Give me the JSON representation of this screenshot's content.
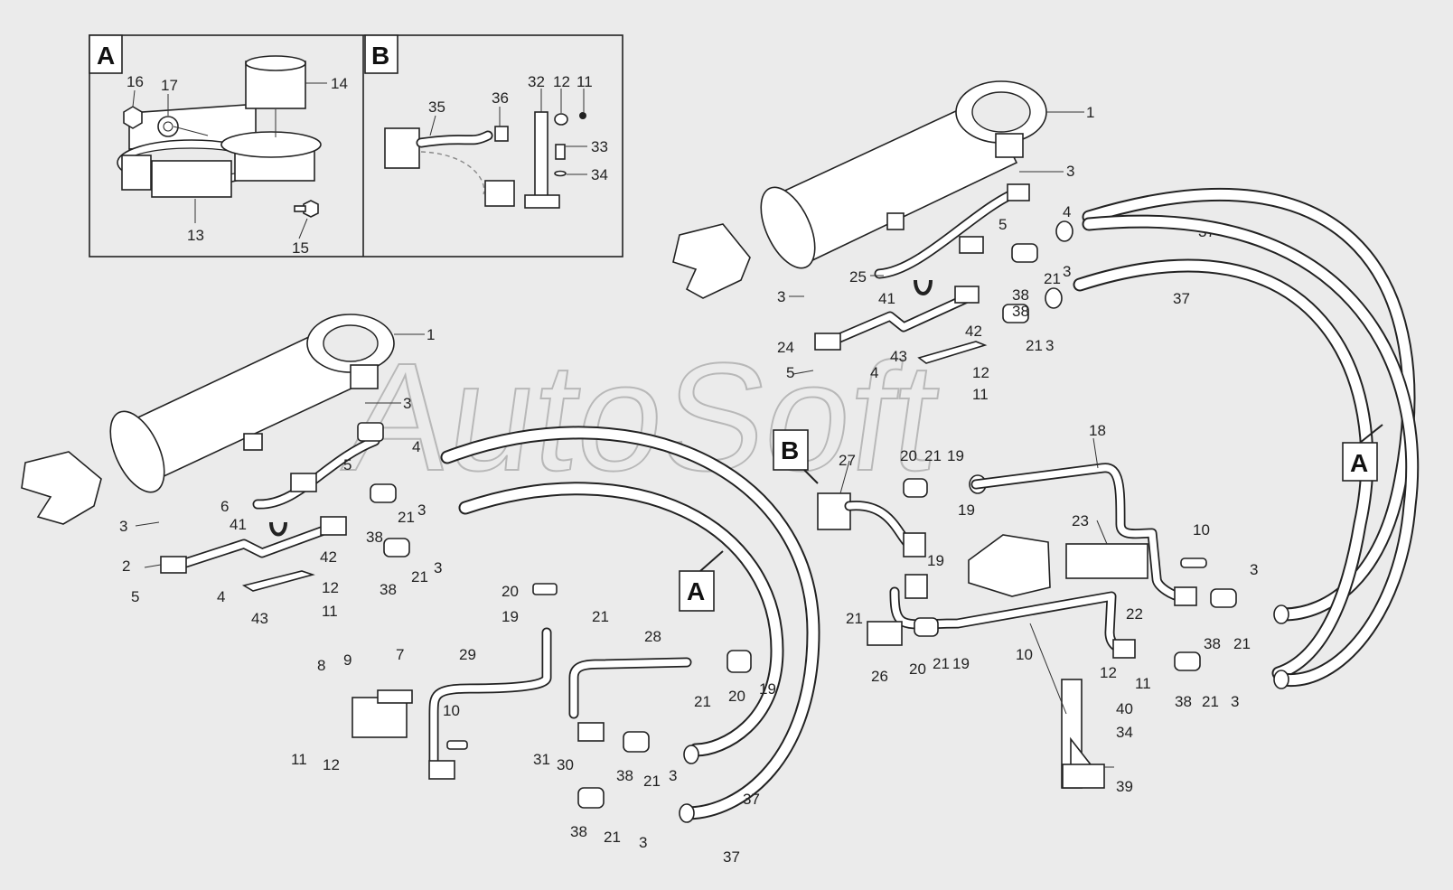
{
  "watermark": "AutoSoft",
  "callouts": {
    "inset_a": "A",
    "inset_b": "B",
    "ref_b_main": "B",
    "ref_a_mid": "A",
    "ref_a_right": "A"
  },
  "labels": {
    "inset_a": [
      "16",
      "17",
      "14",
      "13",
      "15"
    ],
    "inset_b": [
      "35",
      "36",
      "32",
      "12",
      "11",
      "33",
      "34"
    ],
    "cyl_right": [
      "1",
      "3",
      "4",
      "5",
      "37",
      "21",
      "3",
      "25",
      "38",
      "37",
      "3",
      "41",
      "42",
      "24",
      "43",
      "5",
      "4",
      "12",
      "11",
      "38",
      "21",
      "3"
    ],
    "cyl_left": [
      "1",
      "3",
      "4",
      "5",
      "6",
      "21",
      "3",
      "38",
      "41",
      "3",
      "2",
      "42",
      "5",
      "4",
      "12",
      "43",
      "11",
      "38",
      "21",
      "3"
    ],
    "center": [
      "18",
      "27",
      "20",
      "21",
      "19",
      "19",
      "23",
      "10",
      "19",
      "21",
      "22",
      "26",
      "20",
      "21",
      "19",
      "10",
      "3",
      "38",
      "21",
      "12",
      "11",
      "40",
      "34",
      "39",
      "38",
      "21",
      "3"
    ],
    "bottom": [
      "20",
      "19",
      "21",
      "28",
      "29",
      "8",
      "9",
      "7",
      "10",
      "21",
      "20",
      "19",
      "11",
      "12",
      "31",
      "30",
      "38",
      "21",
      "3",
      "37",
      "38",
      "21",
      "3",
      "37"
    ]
  }
}
